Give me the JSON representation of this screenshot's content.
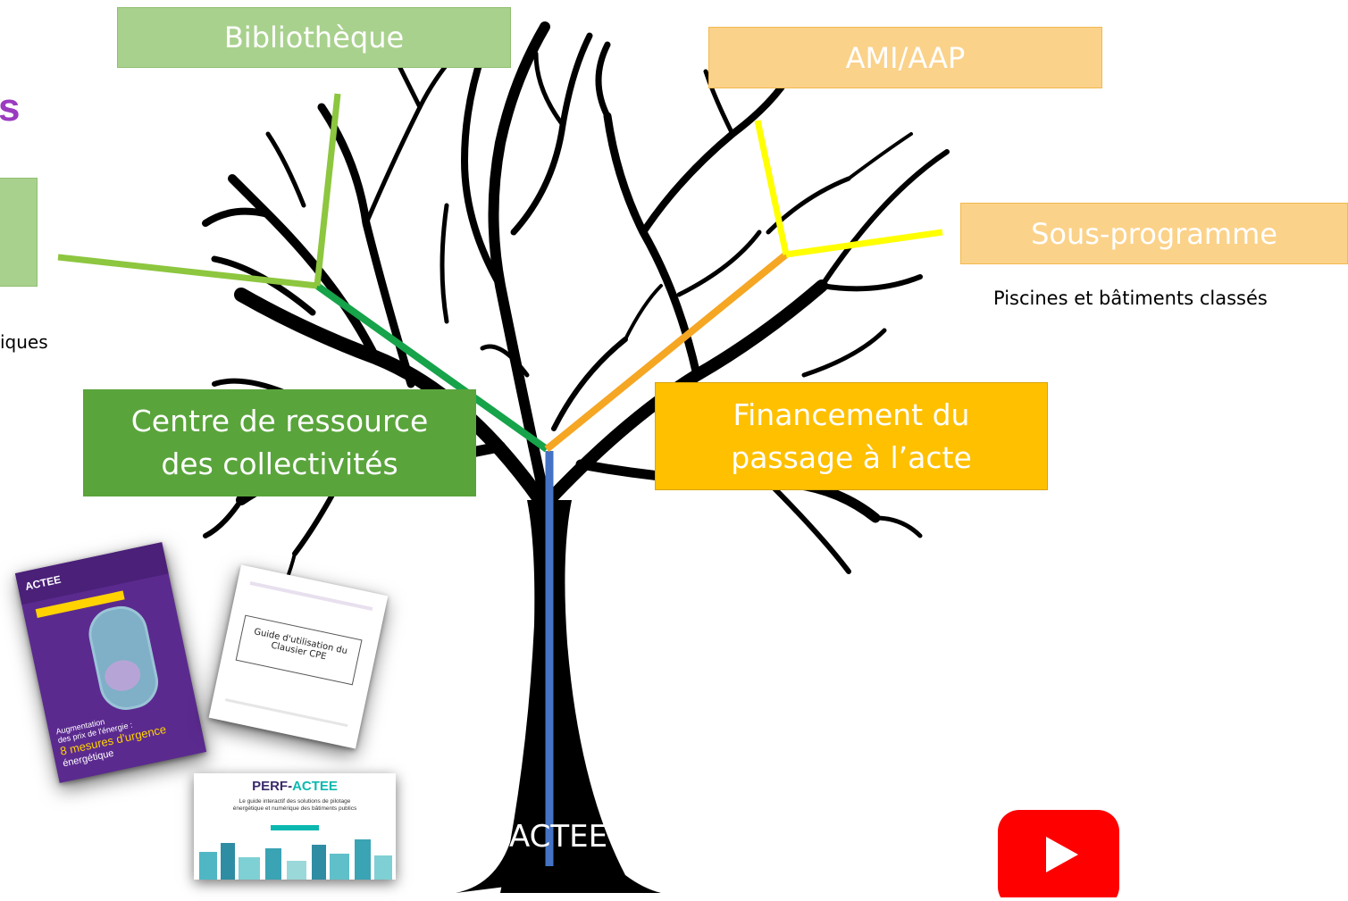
{
  "page_heading_fragment": "s",
  "boxes": {
    "bibliotheque": "Bibliothèque",
    "ami_aap": "AMI/AAP",
    "sous_programme": "Sous-programme",
    "centre_line1": "Centre de ressource",
    "centre_line2": "des collectivités",
    "financement_line1": "Financement du",
    "financement_line2": "passage à l’acte"
  },
  "captions": {
    "piscines": "Piscines et bâtiments classés",
    "left_fragment": "iques"
  },
  "trunk_label": "ACTEE",
  "documents": {
    "booklet_brand": "ACTEE",
    "booklet_title_line1": "Augmentation",
    "booklet_title_line2": "des prix de l'énergie :",
    "booklet_title_line3": "8 mesures d'urgence",
    "booklet_title_line4": "énergétique",
    "guide_title_line1": "Guide d'utilisation du",
    "guide_title_line2": "Clausier CPE",
    "perf_title_part1": "PERF-",
    "perf_title_part2": "ACTEE",
    "perf_subtitle_line1": "Le guide interactif des solutions de pilotage",
    "perf_subtitle_line2": "énergétique et numérique des bâtiments publics"
  },
  "icons": {
    "video": "youtube-play-icon"
  },
  "colors": {
    "green_light": "#a9d18e",
    "green_mid": "#8dc63f",
    "green_dark": "#5aa43c",
    "green_line": "#16a34a",
    "orange_light": "#fbd28a",
    "orange": "#ffc000",
    "orange_line": "#f5a623",
    "yellow_line": "#ffff00",
    "blue_line": "#4472c4",
    "purple": "#9b3bbf",
    "youtube_red": "#ff0000"
  }
}
